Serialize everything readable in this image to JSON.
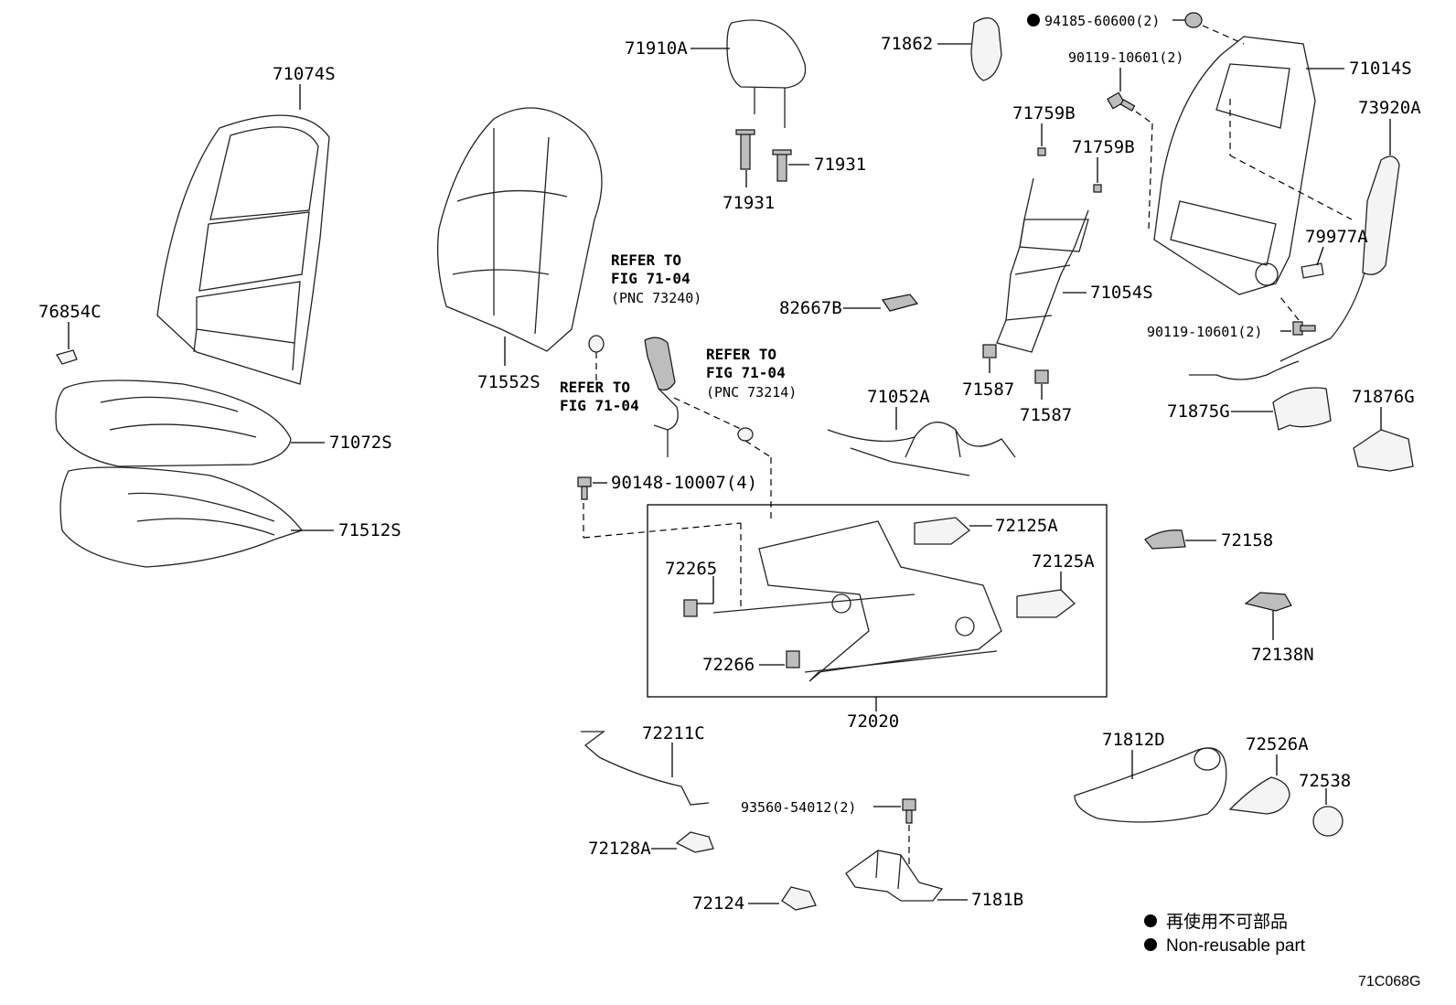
{
  "parts": {
    "p71074S": "71074S",
    "p76854C": "76854C",
    "p71072S": "71072S",
    "p71512S": "71512S",
    "p71910A": "71910A",
    "p71931a": "71931",
    "p71931b": "71931",
    "p71552S": "71552S",
    "p71862": "71862",
    "p94185": "94185-60600(2)",
    "p90119a": "90119-10601(2)",
    "p71014S": "71014S",
    "p73920A": "73920A",
    "p71759Ba": "71759B",
    "p71759Bb": "71759B",
    "p79977A": "79977A",
    "p71054S": "71054S",
    "p82667B": "82667B",
    "p90119b": "90119-10601(2)",
    "p71052A": "71052A",
    "p71587a": "71587",
    "p71587b": "71587",
    "p71875G": "71875G",
    "p71876G": "71876G",
    "p90148": "90148-10007(4)",
    "p72125Aa": "72125A",
    "p72125Ab": "72125A",
    "p72265": "72265",
    "p72266": "72266",
    "p72020": "72020",
    "p72158": "72158",
    "p72138N": "72138N",
    "p72211C": "72211C",
    "p72128A": "72128A",
    "p72124": "72124",
    "p93560": "93560-54012(2)",
    "p7181B": "7181B",
    "p71812D": "71812D",
    "p72526A": "72526A",
    "p72538": "72538"
  },
  "refs": {
    "ref1_line1": "REFER TO",
    "ref1_line2": "FIG 71-04",
    "ref1_line3": "(PNC 73240)",
    "ref2_line1": "REFER TO",
    "ref2_line2": "FIG 71-04",
    "ref2_line3": "(PNC 73214)",
    "ref3_line1": "REFER TO",
    "ref3_line2": "FIG 71-04"
  },
  "legend": {
    "jp": "再使用不可部品",
    "en": "Non-reusable part"
  },
  "figure_code": "71C068G"
}
